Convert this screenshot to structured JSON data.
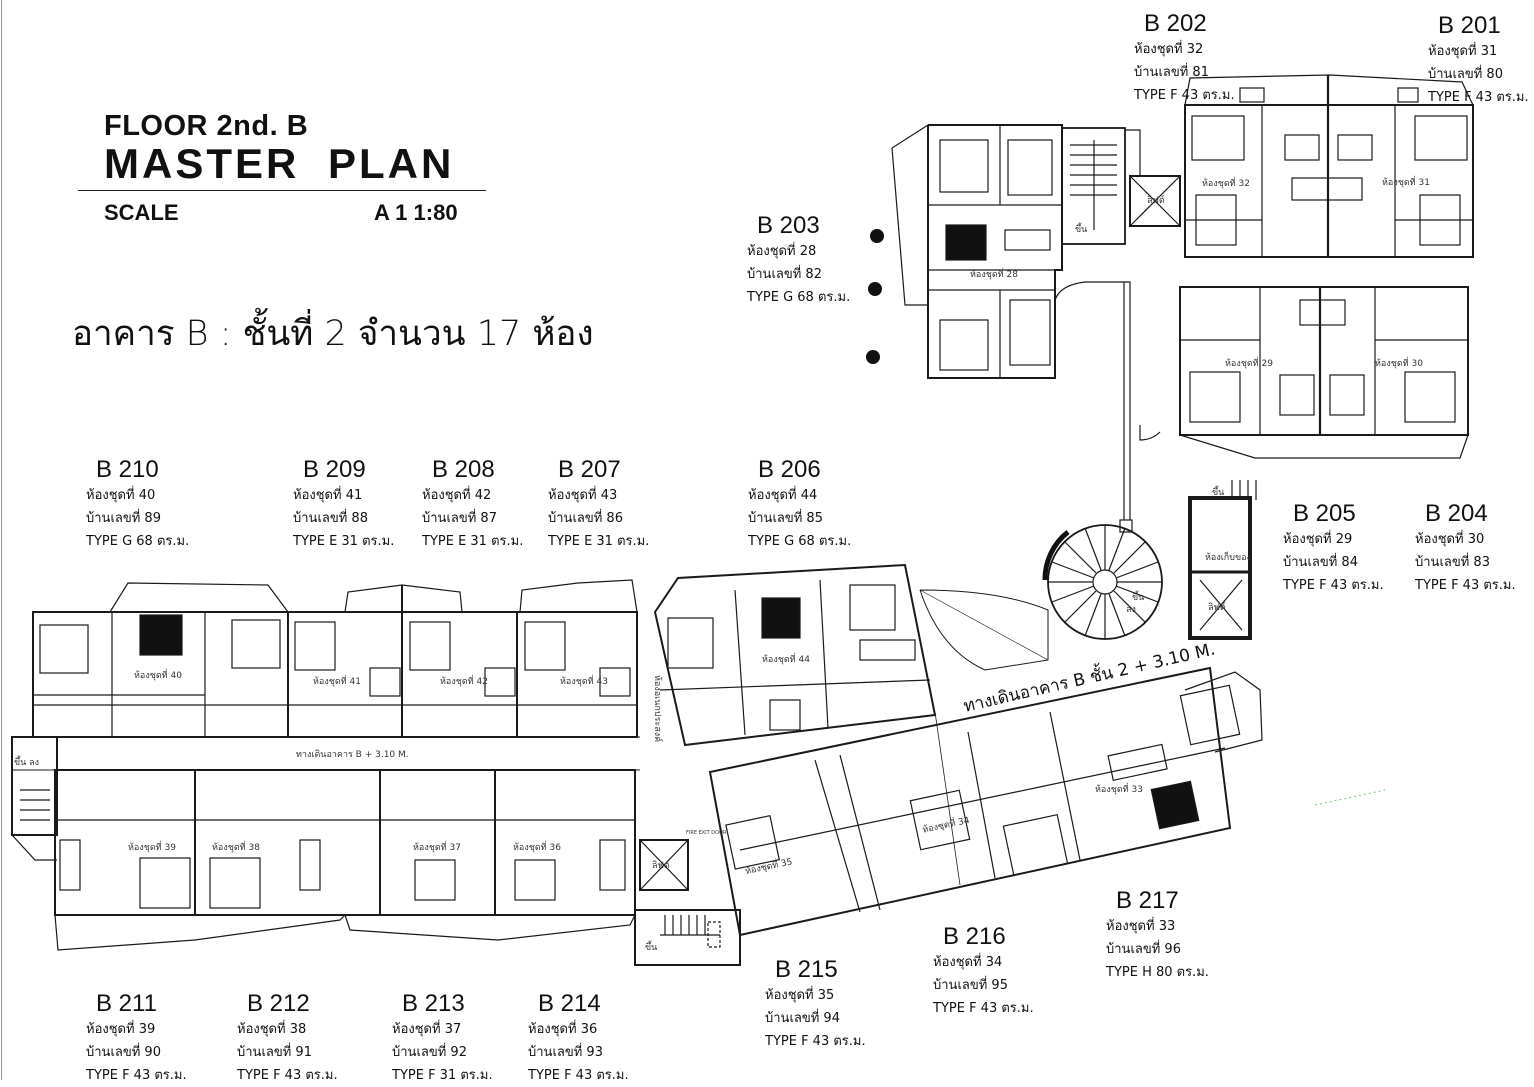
{
  "header": {
    "floor": "FLOOR 2nd. B",
    "title": "MASTER  PLAN",
    "scale_label": "SCALE",
    "scale_value": "A 1 1:80"
  },
  "headline": "อาคาร B : ชั้นที่ 2 จำนวน 17 ห้อง",
  "units": [
    {
      "code": "B 202",
      "l1": "ห้องชุดที่ 32",
      "l2": "บ้านเลขที่ 81",
      "l3": "TYPE F 43 ตร.ม."
    },
    {
      "code": "B 201",
      "l1": "ห้องชุดที่ 31",
      "l2": "บ้านเลขที่ 80",
      "l3": "TYPE F 43 ตร.ม."
    },
    {
      "code": "B 203",
      "l1": "ห้องชุดที่ 28",
      "l2": "บ้านเลขที่ 82",
      "l3": "TYPE G 68 ตร.ม."
    },
    {
      "code": "B 210",
      "l1": "ห้องชุดที่ 40",
      "l2": "บ้านเลขที่ 89",
      "l3": "TYPE G 68 ตร.ม."
    },
    {
      "code": "B 209",
      "l1": "ห้องชุดที่ 41",
      "l2": "บ้านเลขที่ 88",
      "l3": "TYPE E 31 ตร.ม."
    },
    {
      "code": "B 208",
      "l1": "ห้องชุดที่ 42",
      "l2": "บ้านเลขที่ 87",
      "l3": "TYPE E 31 ตร.ม."
    },
    {
      "code": "B 207",
      "l1": "ห้องชุดที่ 43",
      "l2": "บ้านเลขที่ 86",
      "l3": "TYPE E 31 ตร.ม."
    },
    {
      "code": "B 206",
      "l1": "ห้องชุดที่ 44",
      "l2": "บ้านเลขที่ 85",
      "l3": "TYPE G 68 ตร.ม."
    },
    {
      "code": "B 205",
      "l1": "ห้องชุดที่ 29",
      "l2": "บ้านเลขที่ 84",
      "l3": "TYPE F 43 ตร.ม."
    },
    {
      "code": "B 204",
      "l1": "ห้องชุดที่ 30",
      "l2": "บ้านเลขที่ 83",
      "l3": "TYPE F 43 ตร.ม."
    },
    {
      "code": "B 217",
      "l1": "ห้องชุดที่ 33",
      "l2": "บ้านเลขที่ 96",
      "l3": "TYPE H 80 ตร.ม."
    },
    {
      "code": "B 216",
      "l1": "ห้องชุดที่ 34",
      "l2": "บ้านเลขที่ 95",
      "l3": "TYPE F 43 ตร.ม."
    },
    {
      "code": "B 215",
      "l1": "ห้องชุดที่ 35",
      "l2": "บ้านเลขที่ 94",
      "l3": "TYPE F 43 ตร.ม."
    },
    {
      "code": "B 211",
      "l1": "ห้องชุดที่ 39",
      "l2": "บ้านเลขที่ 90",
      "l3": "TYPE F 43 ตร.ม."
    },
    {
      "code": "B 212",
      "l1": "ห้องชุดที่ 38",
      "l2": "บ้านเลขที่ 91",
      "l3": "TYPE F 43 ตร.ม."
    },
    {
      "code": "B 213",
      "l1": "ห้องชุดที่ 37",
      "l2": "บ้านเลขที่ 92",
      "l3": "TYPE F 31 ตร.ม."
    },
    {
      "code": "B 214",
      "l1": "ห้องชุดที่ 36",
      "l2": "บ้านเลขที่ 93",
      "l3": "TYPE F 43 ตร.ม."
    }
  ],
  "plan": {
    "corridor_main": "ทางเดินอาคาร B ชั้น 2 + 3.10 M.",
    "corridor_small": "ทางเดินอาคาร B + 3.10 M.",
    "room_labels": [
      "ห้องชุดที่ 32",
      "ห้องชุดที่ 31",
      "ห้องชุดที่ 28",
      "ห้องชุดที่ 29",
      "ห้องชุดที่ 30",
      "ห้องชุดที่ 40",
      "ห้องชุดที่ 41",
      "ห้องชุดที่ 42",
      "ห้องชุดที่ 43",
      "ห้องชุดที่ 44",
      "ห้องชุดที่ 39",
      "ห้องชุดที่ 38",
      "ห้องชุดที่ 37",
      "ห้องชุดที่ 36",
      "ห้องชุดที่ 35",
      "ห้องชุดที่ 34",
      "ห้องชุดที่ 33"
    ],
    "lift": "ลิฟต์",
    "up": "ขึ้น",
    "down": "ลง",
    "updown": "ขึ้น  ลง",
    "storage": "ห้องเก็บของ",
    "fire_exit": "FIRE EXIT DOOR",
    "balcony": "ห้องอเนกประสงค์"
  }
}
